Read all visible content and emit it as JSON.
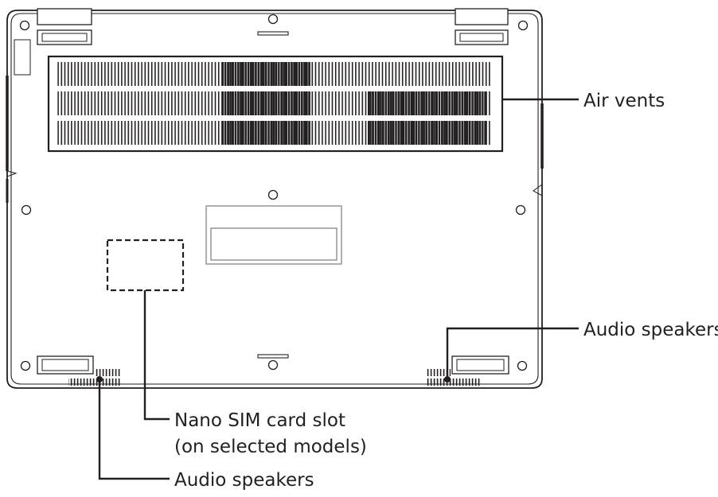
{
  "callouts": {
    "air_vents": "Air vents",
    "audio_speakers_right": "Audio speakers",
    "nano_sim_line1": "Nano SIM card slot",
    "nano_sim_line2": "(on selected models)",
    "audio_speakers_left": "Audio speakers"
  },
  "colors": {
    "stroke": "#231f20",
    "light_stroke": "#7a7a7a",
    "background": "#ffffff"
  }
}
